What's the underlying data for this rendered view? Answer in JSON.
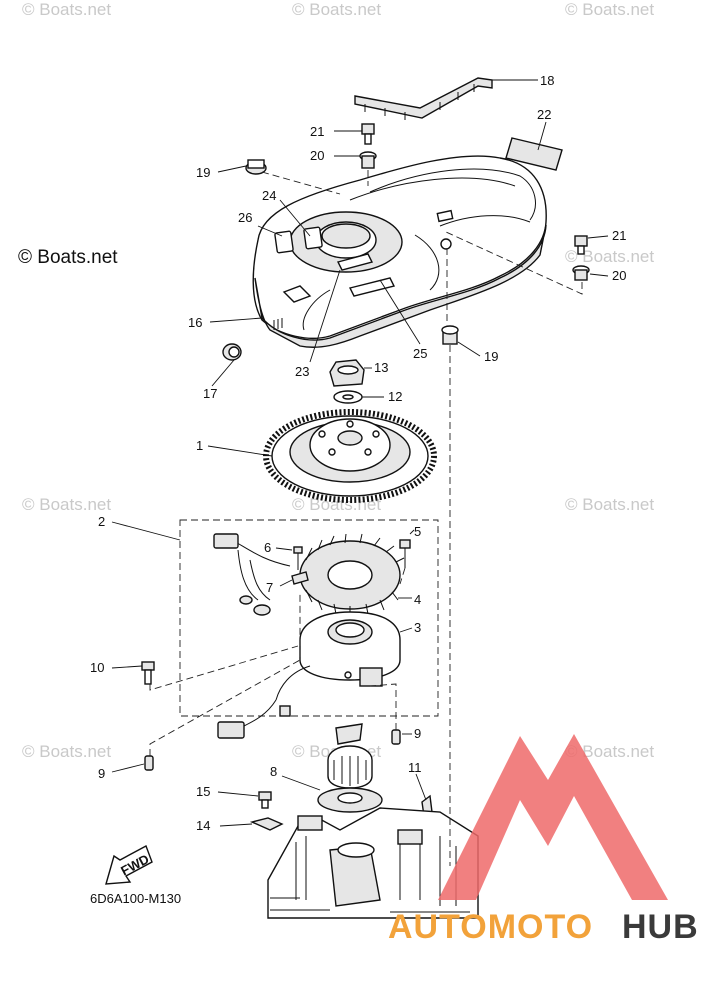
{
  "watermarks": {
    "site": "© Boats.net"
  },
  "diagram": {
    "code": "6D6A100-M130",
    "fwd": "FWD",
    "callouts": {
      "c1": "1",
      "c2": "2",
      "c3": "3",
      "c4": "4",
      "c5": "5",
      "c6": "6",
      "c7": "7",
      "c8": "8",
      "c9a": "9",
      "c9b": "9",
      "c10": "10",
      "c11": "11",
      "c12": "12",
      "c13": "13",
      "c14": "14",
      "c15": "15",
      "c16": "16",
      "c17": "17",
      "c18": "18",
      "c19a": "19",
      "c19b": "19",
      "c20a": "20",
      "c20b": "20",
      "c21a": "21",
      "c21b": "21",
      "c22": "22",
      "c23": "23",
      "c24": "24",
      "c25": "25",
      "c26": "26"
    }
  },
  "brand": {
    "part1": "AUTOMOTO",
    "part2": "HUB",
    "color_primary": "#f2a23a",
    "color_secondary": "#3a3a3a",
    "logo_color": "#ee6a6a"
  }
}
